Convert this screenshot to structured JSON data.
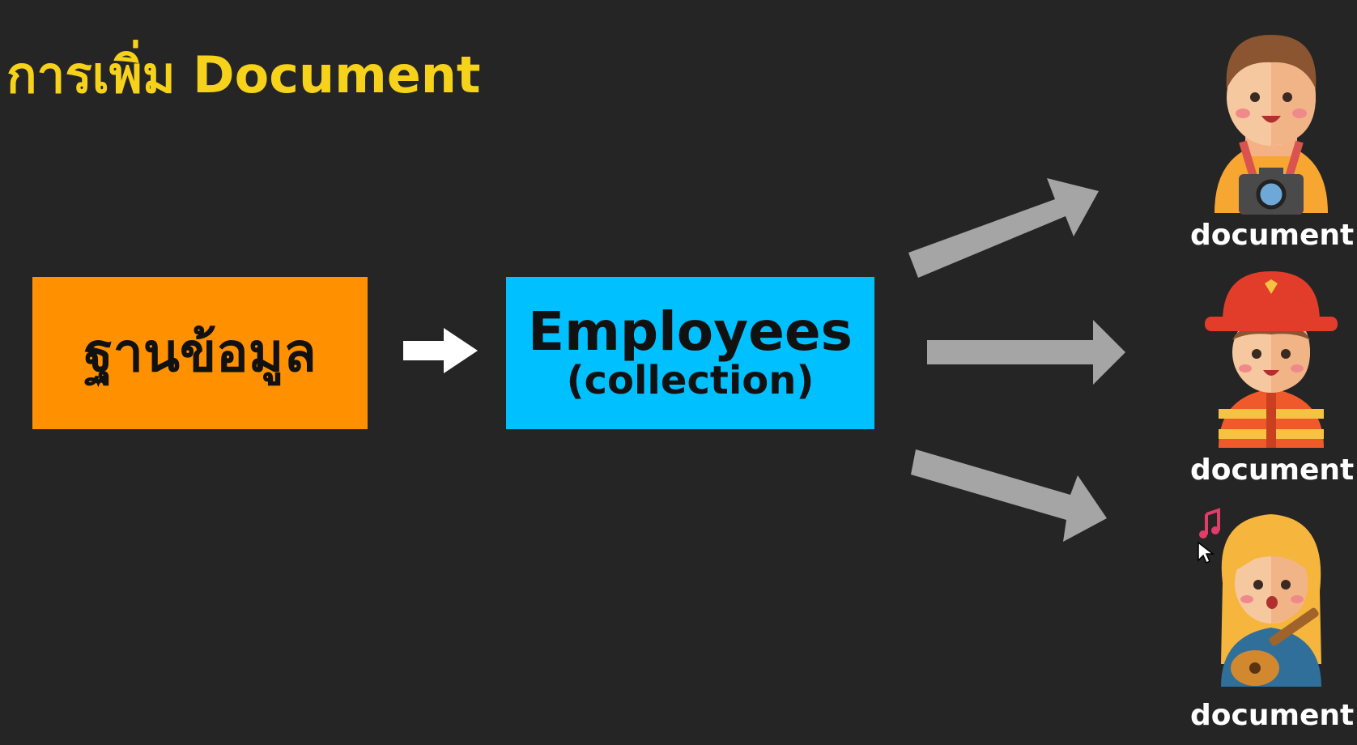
{
  "title": "การเพิ่ม Document",
  "database_box": {
    "label": "ฐานข้อมูล",
    "color": "#ff9100"
  },
  "collection_box": {
    "title": "Employees",
    "subtitle": "(collection)",
    "color": "#00c0ff"
  },
  "documents": [
    {
      "label": "document",
      "avatar": "photographer-avatar-icon"
    },
    {
      "label": "document",
      "avatar": "firefighter-avatar-icon"
    },
    {
      "label": "document",
      "avatar": "musician-avatar-icon"
    }
  ],
  "colors": {
    "background": "#252525",
    "title": "#f6d21a",
    "arrow_white": "#ffffff",
    "arrow_gray": "#a5a5a5"
  }
}
